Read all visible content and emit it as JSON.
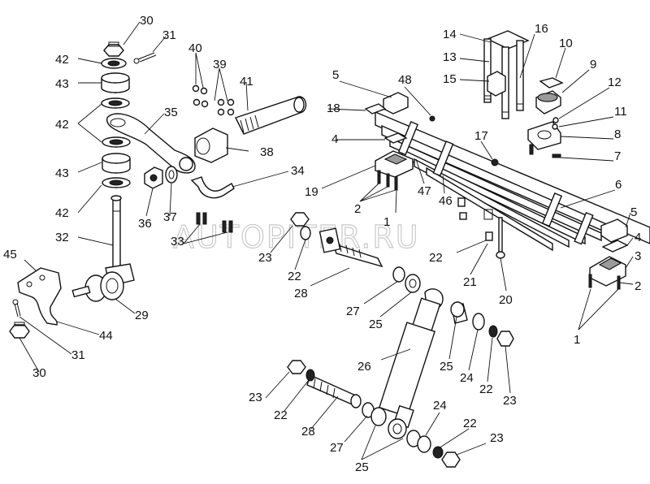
{
  "watermark": "AUTOPITER.RU",
  "callouts": [
    {
      "id": "c1",
      "text": "30"
    },
    {
      "id": "c2",
      "text": "31"
    },
    {
      "id": "c3",
      "text": "42"
    },
    {
      "id": "c4",
      "text": "43"
    },
    {
      "id": "c5",
      "text": "42"
    },
    {
      "id": "c6",
      "text": "35"
    },
    {
      "id": "c7",
      "text": "43"
    },
    {
      "id": "c8",
      "text": "42"
    },
    {
      "id": "c9",
      "text": "40"
    },
    {
      "id": "c10",
      "text": "39"
    },
    {
      "id": "c11",
      "text": "41"
    },
    {
      "id": "c12",
      "text": "38"
    },
    {
      "id": "c13",
      "text": "34"
    },
    {
      "id": "c14",
      "text": "36"
    },
    {
      "id": "c15",
      "text": "37"
    },
    {
      "id": "c16",
      "text": "33"
    },
    {
      "id": "c17",
      "text": "32"
    },
    {
      "id": "c18",
      "text": "45"
    },
    {
      "id": "c19",
      "text": "29"
    },
    {
      "id": "c20",
      "text": "44"
    },
    {
      "id": "c21",
      "text": "31"
    },
    {
      "id": "c22",
      "text": "30"
    },
    {
      "id": "c23",
      "text": "14"
    },
    {
      "id": "c24",
      "text": "16"
    },
    {
      "id": "c25",
      "text": "10"
    },
    {
      "id": "c26",
      "text": "13"
    },
    {
      "id": "c27",
      "text": "9"
    },
    {
      "id": "c28",
      "text": "15"
    },
    {
      "id": "c29",
      "text": "5"
    },
    {
      "id": "c30",
      "text": "48"
    },
    {
      "id": "c31",
      "text": "12"
    },
    {
      "id": "c32",
      "text": "18"
    },
    {
      "id": "c33",
      "text": "11"
    },
    {
      "id": "c34",
      "text": "8"
    },
    {
      "id": "c35",
      "text": "17"
    },
    {
      "id": "c36",
      "text": "4"
    },
    {
      "id": "c37",
      "text": "7"
    },
    {
      "id": "c38",
      "text": "6"
    },
    {
      "id": "c39",
      "text": "19"
    },
    {
      "id": "c40",
      "text": "47"
    },
    {
      "id": "c41",
      "text": "46"
    },
    {
      "id": "c42",
      "text": "2"
    },
    {
      "id": "c43",
      "text": "1"
    },
    {
      "id": "c44",
      "text": "5"
    },
    {
      "id": "c45",
      "text": "4"
    },
    {
      "id": "c46",
      "text": "3"
    },
    {
      "id": "c47",
      "text": "2"
    },
    {
      "id": "c48",
      "text": "1"
    },
    {
      "id": "c49",
      "text": "23"
    },
    {
      "id": "c50",
      "text": "22"
    },
    {
      "id": "c51",
      "text": "21"
    },
    {
      "id": "c52",
      "text": "20"
    },
    {
      "id": "c53",
      "text": "22"
    },
    {
      "id": "c54",
      "text": "28"
    },
    {
      "id": "c55",
      "text": "27"
    },
    {
      "id": "c56",
      "text": "25"
    },
    {
      "id": "c57",
      "text": "26"
    },
    {
      "id": "c58",
      "text": "25"
    },
    {
      "id": "c59",
      "text": "24"
    },
    {
      "id": "c60",
      "text": "22"
    },
    {
      "id": "c61",
      "text": "23"
    },
    {
      "id": "c62",
      "text": "23"
    },
    {
      "id": "c63",
      "text": "22"
    },
    {
      "id": "c64",
      "text": "28"
    },
    {
      "id": "c65",
      "text": "27"
    },
    {
      "id": "c66",
      "text": "24"
    },
    {
      "id": "c67",
      "text": "22"
    },
    {
      "id": "c68",
      "text": "23"
    },
    {
      "id": "c69",
      "text": "25"
    }
  ]
}
